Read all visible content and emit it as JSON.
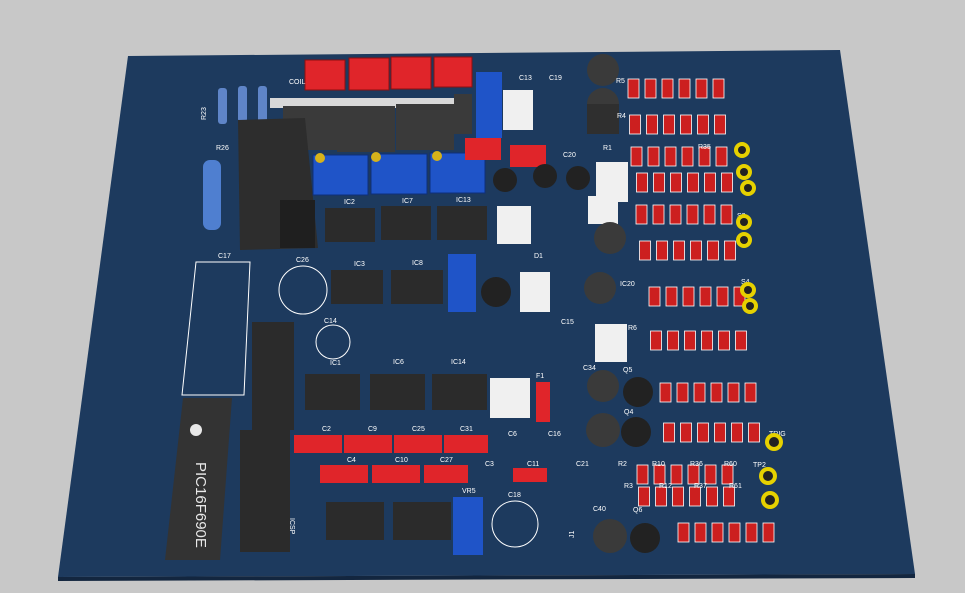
{
  "colors": {
    "background": "#c8c8c8",
    "board": "#1d3a5e",
    "silkscreen": "#ffffff",
    "smd_resistor": "#cc1f1f",
    "capacitor_red": "#e0252a",
    "trimmer": "#1f54c8",
    "ic_body": "#2b2b2b",
    "connector": "#f0f0f0",
    "test_point": "#e6d100"
  },
  "board": {
    "microcontroller": "PIC16F690E",
    "coil_label": "COIL",
    "labels": {
      "r23": "R23",
      "r26": "R26",
      "r4": "R4",
      "r5": "R5",
      "r1": "R1",
      "r6": "R6",
      "r2": "R2",
      "r10": "R10",
      "r36": "R36",
      "r60": "R60",
      "r3": "R3",
      "r12": "R12",
      "r37": "R37",
      "r61": "R61",
      "r35": "R35",
      "c2": "C2",
      "c3": "C3",
      "c4": "C4",
      "c6": "C6",
      "c9": "C9",
      "c10": "C10",
      "c11": "C11",
      "c13": "C13",
      "c14": "C14",
      "c15": "C15",
      "c16": "C16",
      "c17": "C17",
      "c18": "C18",
      "c19": "C19",
      "c20": "C20",
      "c21": "C21",
      "c25": "C25",
      "c26": "C26",
      "c27": "C27",
      "c31": "C31",
      "c34": "C34",
      "c40": "C40",
      "ic20": "IC20",
      "ic1": "IC1",
      "ic2": "IC2",
      "ic3": "IC3",
      "ic6": "IC6",
      "ic7": "IC7",
      "ic8": "IC8",
      "ic13": "IC13",
      "ic14": "IC14",
      "q4": "Q4",
      "q5": "Q5",
      "q6": "Q6",
      "d1": "D1",
      "f1": "F1",
      "vr5": "VR5",
      "j1": "J1",
      "s3": "S3",
      "s4": "S4",
      "trig": "TRIG",
      "tp2": "TP2",
      "icsp": "ICSP"
    }
  }
}
